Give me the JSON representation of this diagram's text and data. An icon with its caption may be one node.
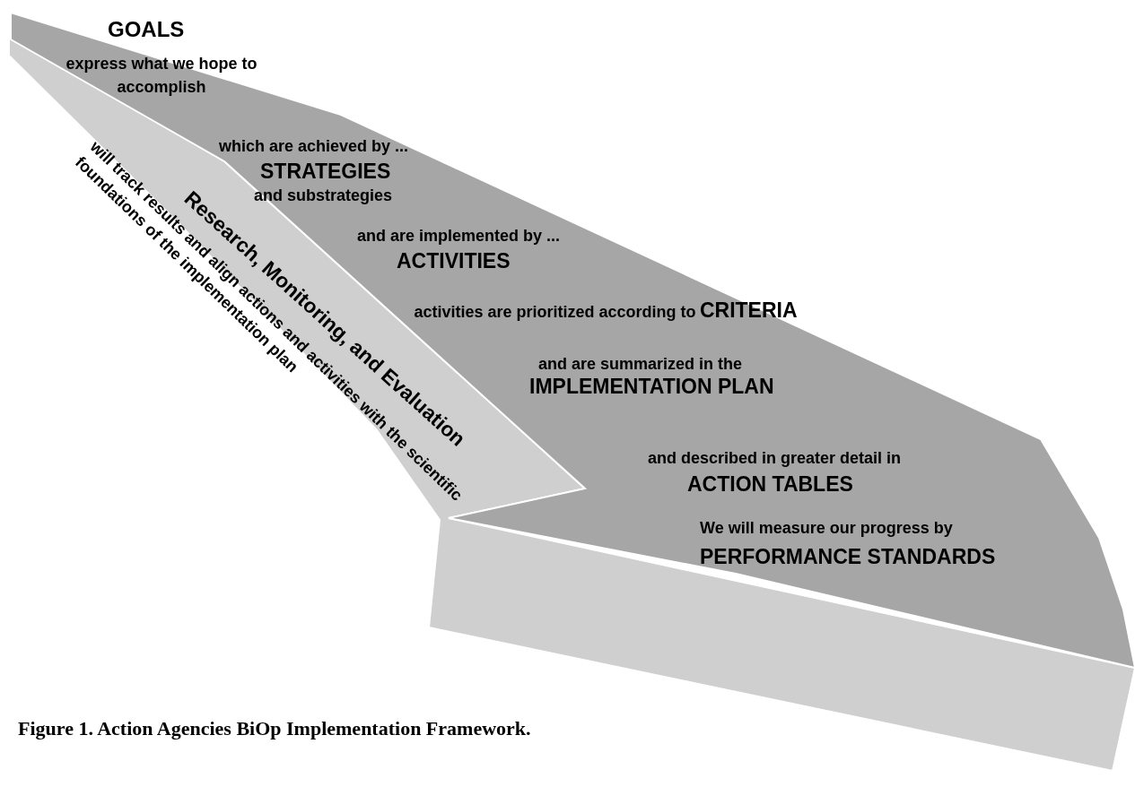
{
  "diagram": {
    "caption": "Figure 1.  Action Agencies BiOp Implementation Framework.",
    "nodes": [
      {
        "text": [
          "GOALS",
          "express what we hope to accomplish",
          "which are achieved by ...",
          "STRATEGIES",
          "and substrategies",
          "and are implemented by ...",
          "ACTIVITIES",
          "activities are prioritized according to",
          "CRITERIA",
          "and are summarized in the",
          "IMPLEMENTATION PLAN",
          "and described in greater detail in",
          "ACTION TABLES",
          "We will measure our progress by",
          "PERFORMANCE STANDARDS"
        ]
      },
      {
        "text": [
          "Research, Monitoring, and Evaluation",
          "will track results and align actions and activities with the scientific foundations of the implementation plan"
        ]
      }
    ]
  }
}
